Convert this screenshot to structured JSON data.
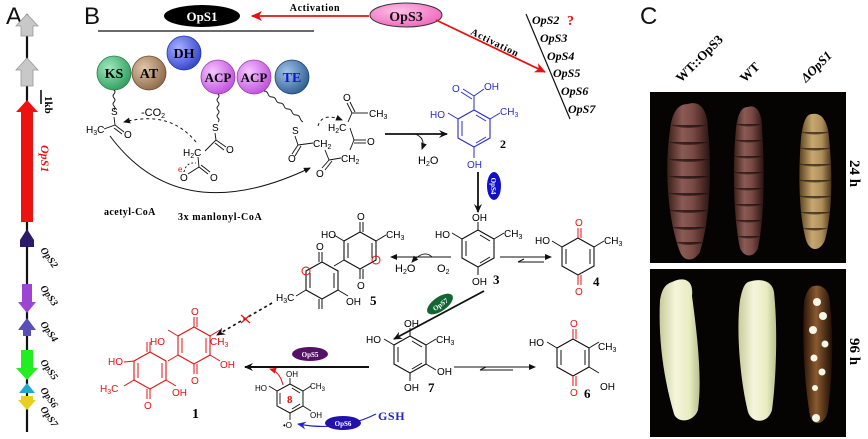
{
  "panels": {
    "a": {
      "letter": "A",
      "scale_label": "1kb",
      "genes": [
        {
          "name": "",
          "color": "#c8c8c8",
          "direction": "up"
        },
        {
          "name": "",
          "color": "#c8c8c8",
          "direction": "up"
        },
        {
          "name": "OpS1",
          "color": "#ee1111",
          "direction": "up"
        },
        {
          "name": "OpS2",
          "color": "#2a1a6a",
          "direction": "up"
        },
        {
          "name": "OpS3",
          "color": "#9b45d0",
          "direction": "down"
        },
        {
          "name": "OpS4",
          "color": "#5a4fb8",
          "direction": "up"
        },
        {
          "name": "OpS5",
          "color": "#22ee22",
          "direction": "down"
        },
        {
          "name": "OpS6",
          "color": "#22aacc",
          "direction": "up"
        },
        {
          "name": "OpS7",
          "color": "#e8d020",
          "direction": "down"
        }
      ]
    },
    "b": {
      "letter": "B",
      "ops1_label": "OpS1",
      "ops3_label": "OpS3",
      "activation_label_1": "Activation",
      "activation_label_2": "Activation",
      "activated_genes": [
        "OpS2",
        "OpS3",
        "OpS4",
        "OpS5",
        "OpS6",
        "OpS7"
      ],
      "question_mark": "?",
      "domains": [
        {
          "label": "KS",
          "color": "#4fbf7f",
          "text_color": "#111"
        },
        {
          "label": "AT",
          "color": "#b08a6a",
          "text_color": "#111"
        },
        {
          "label": "DH",
          "color": "#5566ee",
          "text_color": "#111"
        },
        {
          "label": "ACP",
          "color": "#dd77ee",
          "text_color": "#111"
        },
        {
          "label": "ACP",
          "color": "#dd77ee",
          "text_color": "#111"
        },
        {
          "label": "TE",
          "color": "#4a7ab0",
          "text_color": "#1515cc"
        }
      ],
      "co2_label": "-CO2",
      "acetyl_label": "acetyl-CoA",
      "malonyl_label": "3x manlonyl-CoA",
      "water_label": "H2O",
      "o2_label": "O2",
      "enzyme_badges": {
        "ops4": {
          "label": "OpS4",
          "color": "#1010cc"
        },
        "ops7": {
          "label": "OpS7",
          "color": "#116633"
        },
        "ops5": {
          "label": "OpS5",
          "color": "#551166"
        },
        "ops6": {
          "label": "OpS6",
          "color": "#2211aa"
        }
      },
      "gsh_label": "GSH",
      "compounds": [
        "1",
        "2",
        "3",
        "4",
        "5",
        "6",
        "7",
        "8"
      ]
    },
    "c": {
      "letter": "C",
      "columns": [
        "WT::OpS3",
        "WT",
        "ΔOpS1"
      ],
      "rows": [
        "24 h",
        "96 h"
      ]
    }
  }
}
